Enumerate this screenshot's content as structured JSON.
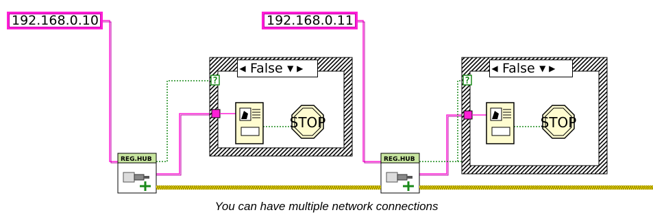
{
  "constants": [
    {
      "value": "192.168.0.10"
    },
    {
      "value": "192.168.0.11"
    }
  ],
  "case_structures": [
    {
      "selector_value": "False",
      "stop_label": "STOP",
      "selector_terminal": "?"
    },
    {
      "selector_value": "False",
      "stop_label": "STOP",
      "selector_terminal": "?"
    }
  ],
  "hubs": [
    {
      "label": "REG.HUB"
    },
    {
      "label": "REG.HUB"
    }
  ],
  "caption": "You can have multiple network connections",
  "colors": {
    "string_wire": "#ff1fd6",
    "boolean_wire": "#1a8a1a",
    "cluster_wire": "#a08a00",
    "constant_border": "#ff1fd6",
    "hub_header": "#c8e6a0",
    "icon_fill": "#fffcd0"
  }
}
